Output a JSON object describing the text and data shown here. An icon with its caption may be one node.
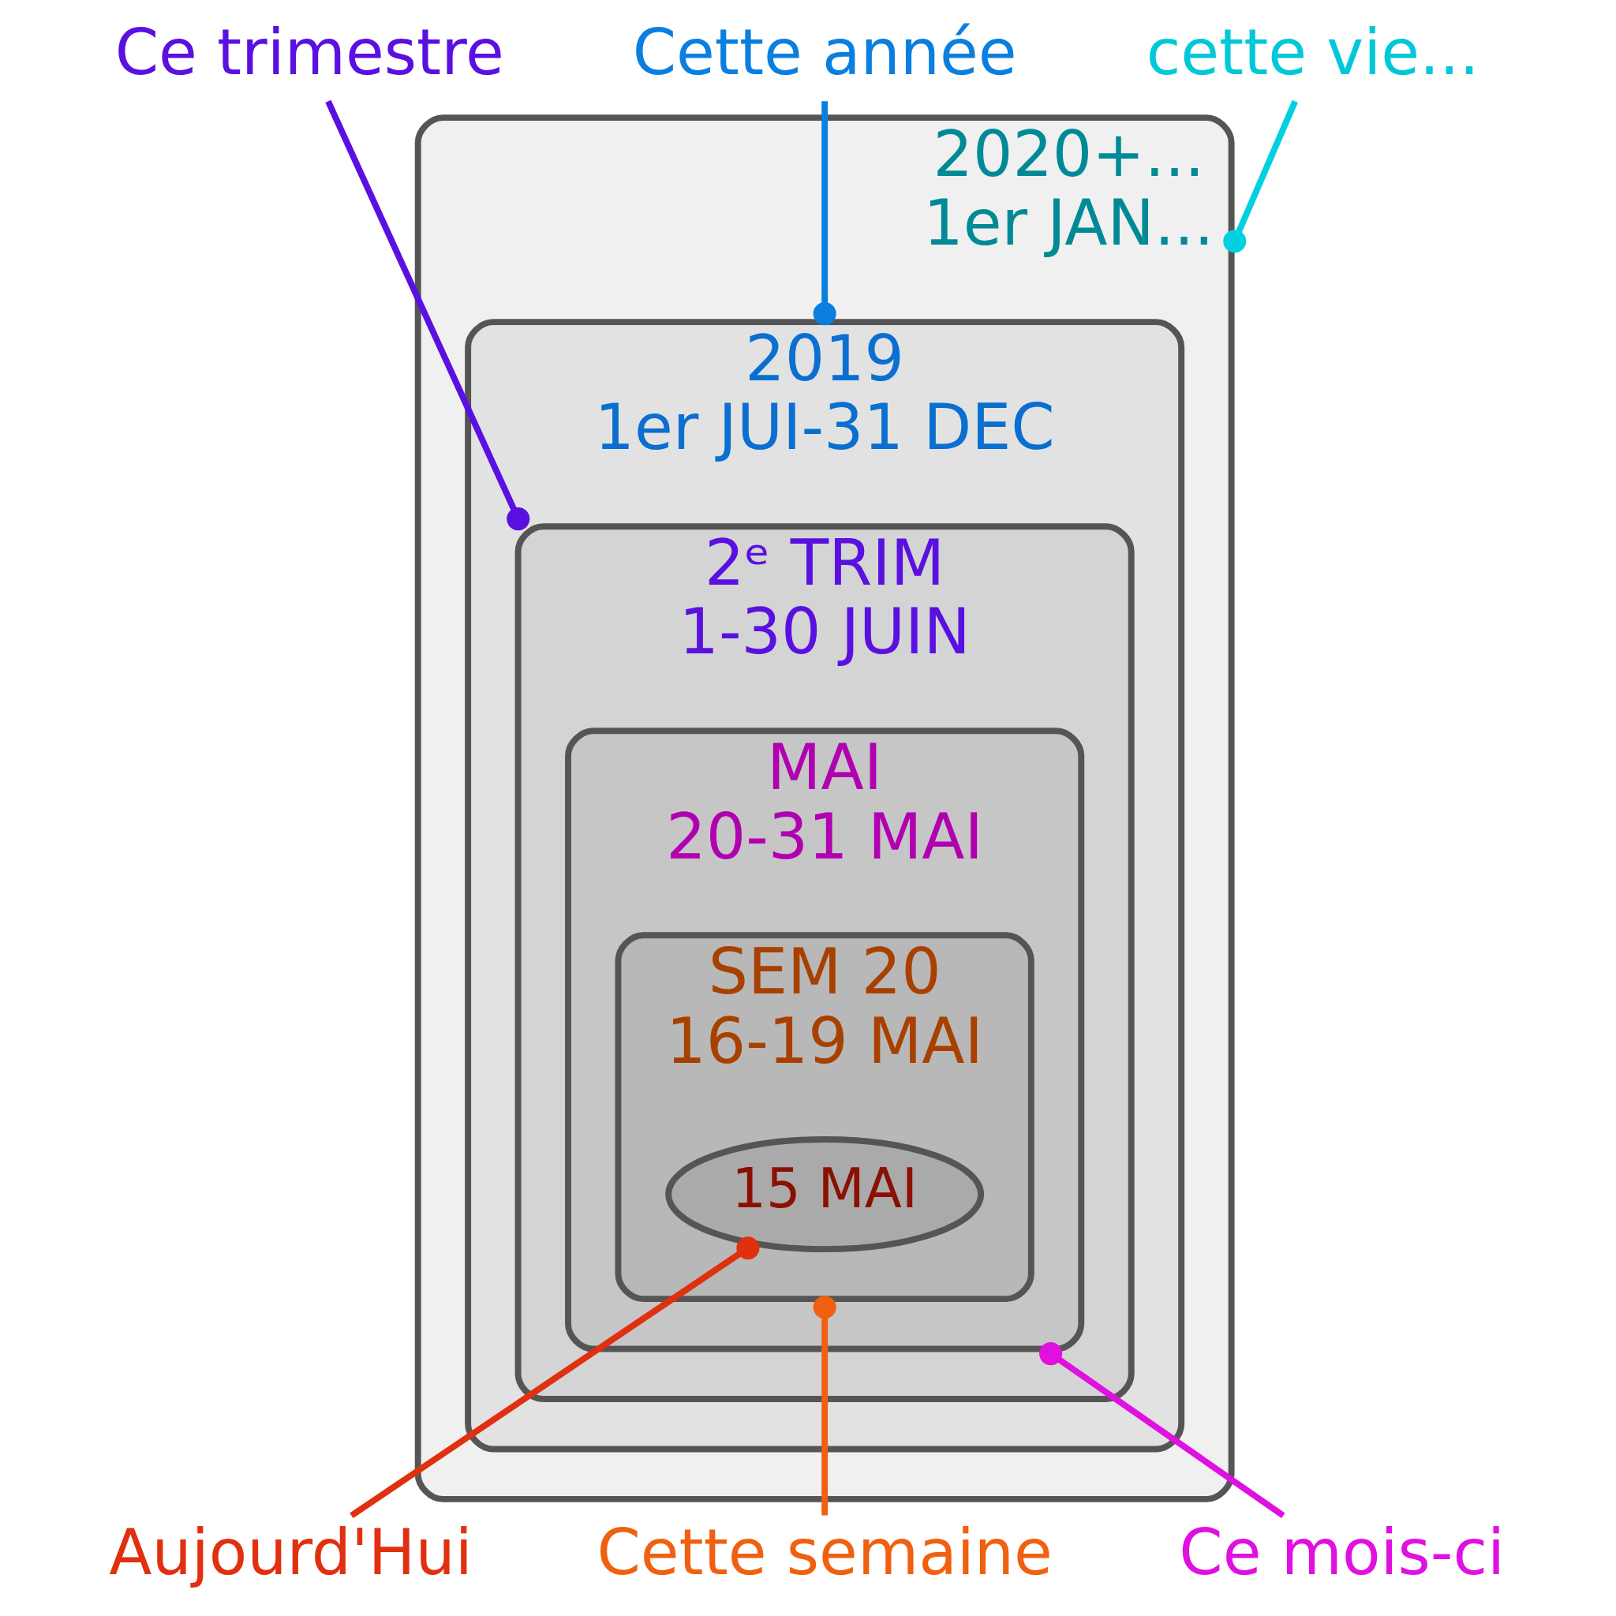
{
  "diagram": {
    "nodes": [
      {
        "text": [
          "2020+...",
          "1er JAN..."
        ]
      },
      {
        "text": [
          "2019",
          "1er JUI-31 DEC"
        ],
        "in": 0
      },
      {
        "text": [
          "2ᵉ TRIM",
          "1-30 JUIN"
        ],
        "in": 1
      },
      {
        "text": [
          "MAI",
          "20-31 MAI"
        ],
        "in": 2
      },
      {
        "text": [
          "SEM 20",
          "16-19 MAI"
        ],
        "in": 3
      },
      {
        "text": [
          "15 MAI"
        ],
        "in": 4
      },
      {
        "text": [
          "Ce trimestre"
        ]
      },
      {
        "text": [
          "Cette année"
        ]
      },
      {
        "text": [
          "cette vie..."
        ]
      },
      {
        "text": [
          "Aujourd'Hui"
        ]
      },
      {
        "text": [
          "Cette semaine"
        ]
      },
      {
        "text": [
          "Ce mois-ci"
        ]
      }
    ],
    "edges": [
      {
        "from": 6,
        "to": 2,
        "arrow": "other",
        "color": "#5a10e0"
      },
      {
        "from": 7,
        "to": 1,
        "arrow": "other",
        "color": "#0a7fe0"
      },
      {
        "from": 8,
        "to": 0,
        "arrow": "other",
        "color": "#00d0e0"
      },
      {
        "from": 9,
        "to": 5,
        "arrow": "other",
        "color": "#e03010"
      },
      {
        "from": 10,
        "to": 4,
        "arrow": "other",
        "color": "#f06010"
      },
      {
        "from": 11,
        "to": 3,
        "arrow": "other",
        "color": "#e010e0"
      }
    ]
  }
}
